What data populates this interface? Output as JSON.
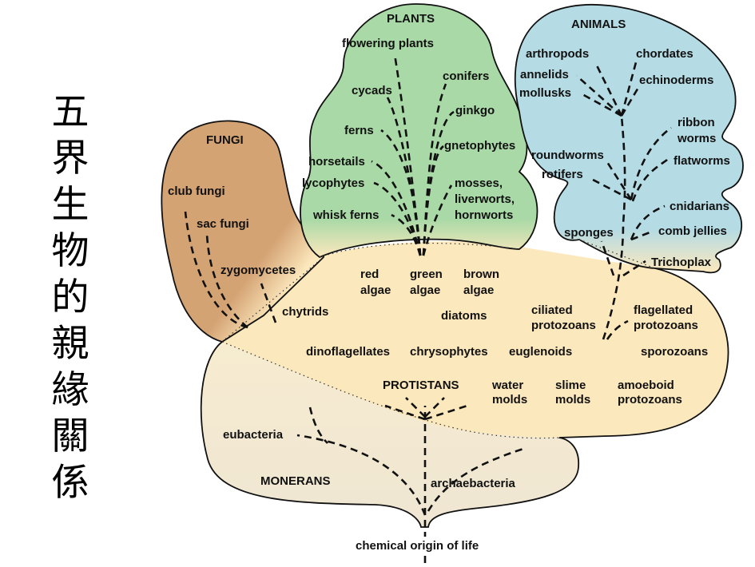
{
  "title_characters": [
    "五",
    "界",
    "生",
    "物",
    "的",
    "親",
    "緣",
    "關",
    "係"
  ],
  "colors": {
    "fungi": "#d4a374",
    "plants": "#a9d9a6",
    "animals": "#b5dbe4",
    "protistans": "#fce8bd",
    "monerans": "#f2ead7",
    "ink": "#111111"
  },
  "kingdoms": {
    "fungi": {
      "heading": "FUNGI",
      "groups": [
        "club fungi",
        "sac fungi",
        "zygomycetes",
        "chytrids"
      ]
    },
    "plants": {
      "heading": "PLANTS",
      "groups": [
        "flowering plants",
        "cycads",
        "conifers",
        "ginkgo",
        "ferns",
        "gnetophytes",
        "horsetails",
        "lycophytes",
        "mosses,",
        "liverworts,",
        "hornworts",
        "whisk ferns"
      ]
    },
    "animals": {
      "heading": "ANIMALS",
      "groups": [
        "arthropods",
        "chordates",
        "annelids",
        "echinoderms",
        "mollusks",
        "ribbon",
        "worms",
        "roundworms",
        "flatworms",
        "rotifers",
        "cnidarians",
        "sponges",
        "comb jellies",
        "Trichoplax"
      ]
    },
    "protistans": {
      "heading": "PROTISTANS",
      "groups": [
        "red",
        "algae",
        "green",
        "algae",
        "brown",
        "algae",
        "diatoms",
        "ciliated",
        "protozoans",
        "flagellated",
        "protozoans",
        "dinoflagellates",
        "chrysophytes",
        "euglenoids",
        "sporozoans",
        "water",
        "molds",
        "slime",
        "molds",
        "amoeboid",
        "protozoans"
      ]
    },
    "monerans": {
      "heading": "MONERANS",
      "groups": [
        "eubacteria",
        "archaebacteria"
      ]
    }
  },
  "root_label": "chemical origin of life"
}
